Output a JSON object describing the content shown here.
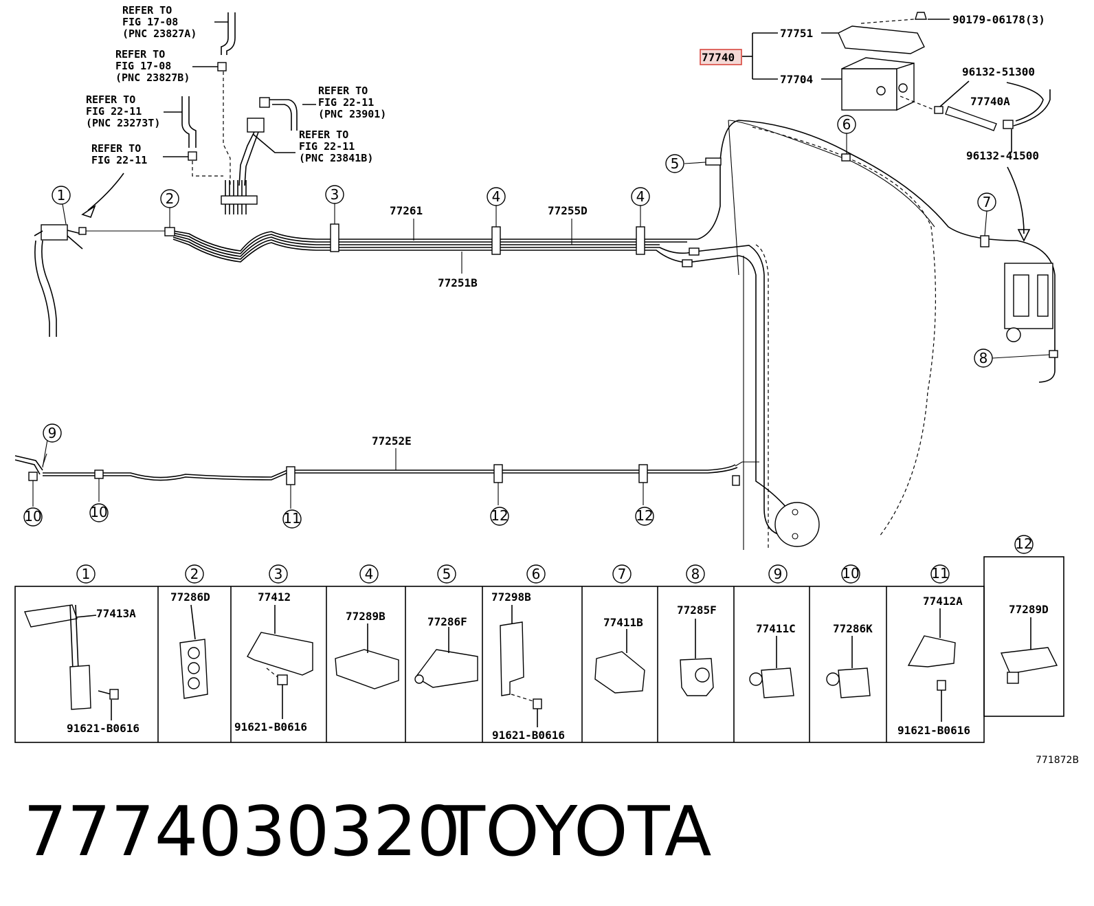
{
  "diagram": {
    "refs": [
      {
        "l1": "REFER TO",
        "l2": "FIG 17-08",
        "l3": "(PNC 23827A)"
      },
      {
        "l1": "REFER TO",
        "l2": "FIG 17-08",
        "l3": "(PNC 23827B)"
      },
      {
        "l1": "REFER TO",
        "l2": "FIG 22-11",
        "l3": "(PNC 23273T)"
      },
      {
        "l1": "REFER TO",
        "l2": "FIG 22-11",
        "l3": ""
      },
      {
        "l1": "REFER TO",
        "l2": "FIG 22-11",
        "l3": "(PNC 23901)"
      },
      {
        "l1": "REFER TO",
        "l2": "FIG 22-11",
        "l3": "(PNC 23841B)"
      }
    ],
    "labels": {
      "p77261": "77261",
      "p77255D": "77255D",
      "p77251B": "77251B",
      "p77252E": "77252E",
      "p77751": "77751",
      "p77740": "77740",
      "p77704": "77704",
      "p90179": "90179-06178(3)",
      "p96132a": "96132-51300",
      "p77740A": "77740A",
      "p96132b": "96132-41500"
    },
    "callouts": [
      "1",
      "2",
      "3",
      "4",
      "4",
      "5",
      "6",
      "7",
      "8",
      "9",
      "10",
      "10",
      "11",
      "12",
      "12"
    ]
  },
  "table": {
    "columns": [
      {
        "num": "1",
        "parts": [
          "77413A",
          "91621-B0616"
        ]
      },
      {
        "num": "2",
        "parts": [
          "77286D"
        ]
      },
      {
        "num": "3",
        "parts": [
          "77412",
          "91621-B0616"
        ]
      },
      {
        "num": "4",
        "parts": [
          "77289B"
        ]
      },
      {
        "num": "5",
        "parts": [
          "77286F"
        ]
      },
      {
        "num": "6",
        "parts": [
          "77298B",
          "91621-B0616"
        ]
      },
      {
        "num": "7",
        "parts": [
          "77411B"
        ]
      },
      {
        "num": "8",
        "parts": [
          "77285F"
        ]
      },
      {
        "num": "9",
        "parts": [
          "77411C"
        ]
      },
      {
        "num": "10",
        "parts": [
          "77286K"
        ]
      },
      {
        "num": "11",
        "parts": [
          "77412A",
          "91621-B0616"
        ]
      },
      {
        "num": "12",
        "parts": [
          "77289D"
        ]
      }
    ],
    "figure_code": "771872B"
  },
  "footer": {
    "part_number": "7774030320",
    "brand": "TOYOTA"
  },
  "colors": {
    "highlight": "#d9463e",
    "ink": "#000000"
  }
}
